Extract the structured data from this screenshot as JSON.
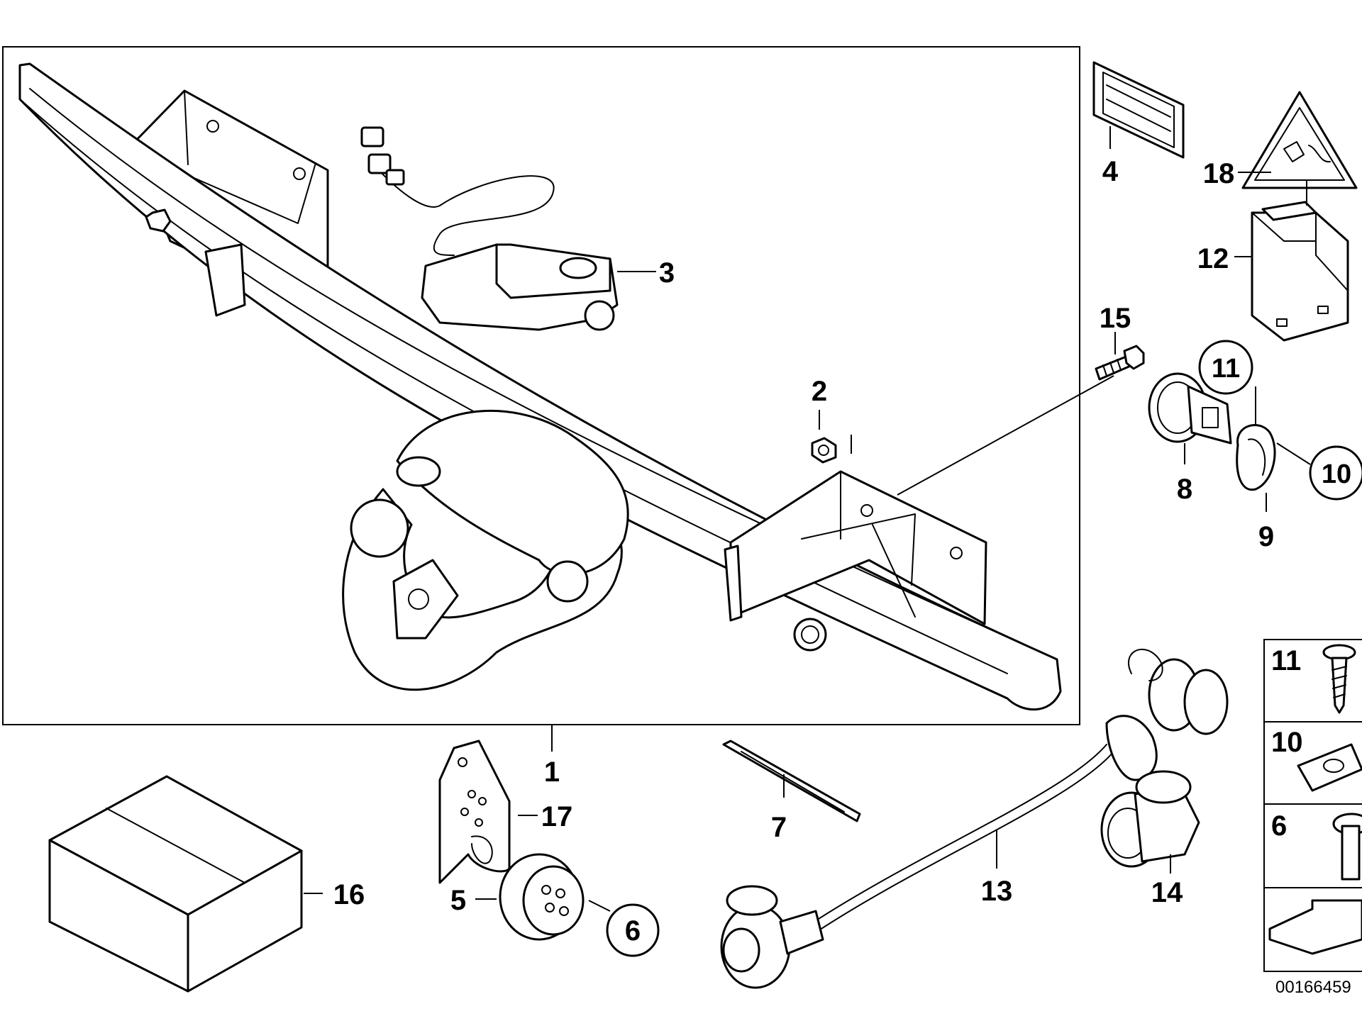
{
  "labels": {
    "l1": "1",
    "l2": "2",
    "l3": "3",
    "l4": "4",
    "l5": "5",
    "l6": "6",
    "l7": "7",
    "l8": "8",
    "l9": "9",
    "l10": "10",
    "l11": "11",
    "l12": "12",
    "l13": "13",
    "l14": "14",
    "l15": "15",
    "l16": "16",
    "l17": "17",
    "l18": "18"
  },
  "legend": {
    "row1": "11",
    "row2": "10",
    "row3": "6"
  },
  "diagram_code": "00166459",
  "icons": [
    "tow-bar-crossmember",
    "actuator",
    "nut",
    "bolt",
    "socket",
    "control-module",
    "warning-triangle",
    "cable",
    "box",
    "bracket",
    "screw",
    "clip",
    "arrow"
  ]
}
